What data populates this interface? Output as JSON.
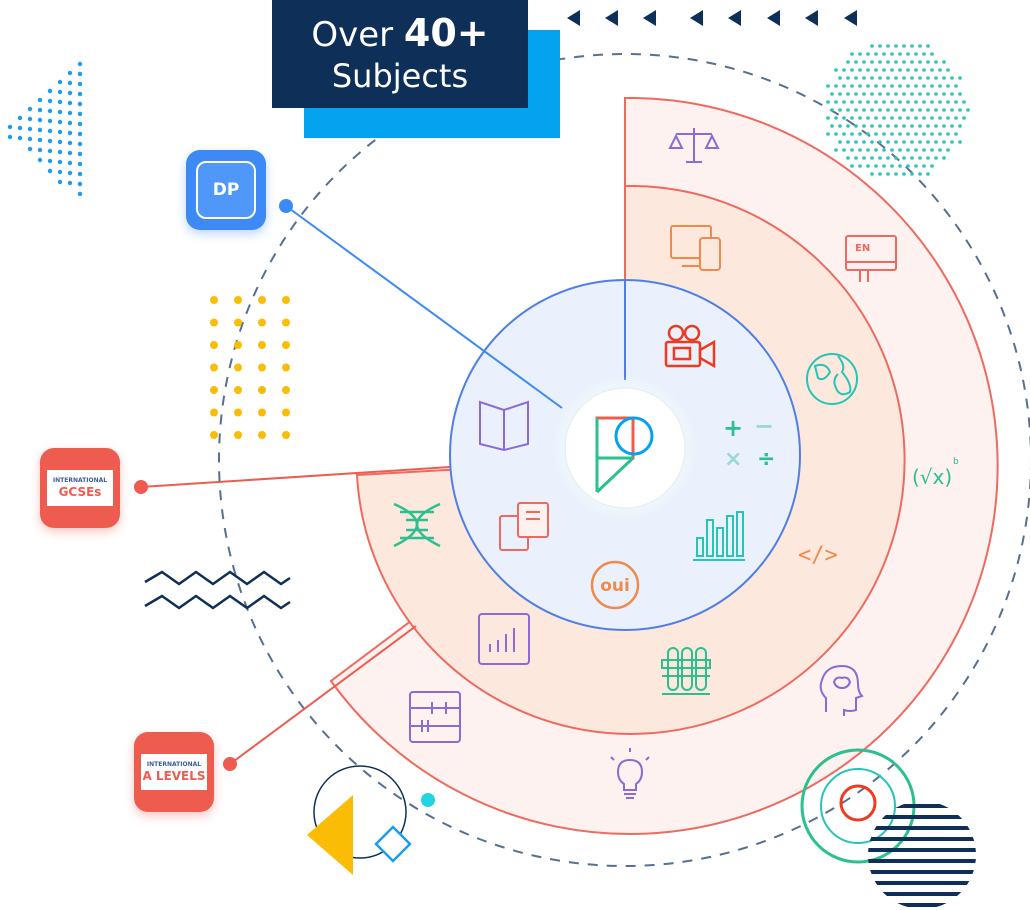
{
  "header": {
    "line1_prefix": "Over",
    "line1_number": "40+",
    "line2": "Subjects"
  },
  "badges": {
    "dp": {
      "label": "DP"
    },
    "gcse": {
      "top": "INTERNATIONAL",
      "bottom": "GCSEs"
    },
    "alevel": {
      "top": "INTERNATIONAL",
      "bottom": "A LEVELS"
    }
  },
  "icons": {
    "math_operators": {
      "plus": "+",
      "minus": "−",
      "times": "×",
      "divide": "÷"
    },
    "french_label": "oui",
    "english_label": "EN",
    "sqrt_formula": "(√x)",
    "sqrt_exponent": "b",
    "code_symbol": "</>"
  },
  "colors": {
    "navy": "#0e2f57",
    "sky": "#03a3f0",
    "blue": "#3d89f5",
    "red": "#ee5c50",
    "orange_fill": "#fdeee6",
    "pink_fill": "#fdf2ef",
    "inner_fill": "#e8f0fc",
    "teal": "#27c4b8",
    "green": "#2cbf8f",
    "yellow": "#fbbc05",
    "purple": "#8b6cd6"
  }
}
